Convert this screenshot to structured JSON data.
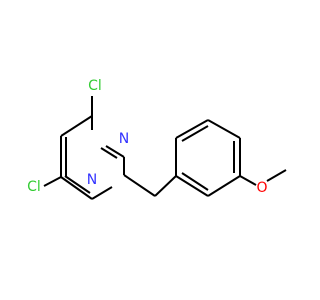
{
  "colors": {
    "bond": "#000000",
    "chlorine": "#33cc33",
    "nitrogen": "#3333ff",
    "oxygen": "#ff0000"
  },
  "atoms": {
    "cl_top": "Cl",
    "cl_bottom": "Cl",
    "n_upper": "N",
    "n_lower": "N",
    "o_methoxy": "O"
  }
}
